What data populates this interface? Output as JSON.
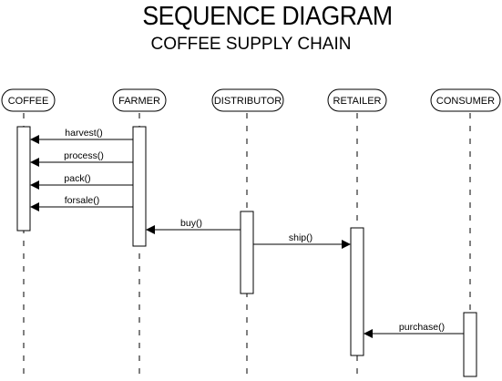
{
  "diagram": {
    "title": "SEQUENCE DIAGRAM",
    "subtitle": "COFFEE SUPPLY CHAIN",
    "participants": [
      {
        "id": "coffee",
        "label": "COFFEE"
      },
      {
        "id": "farmer",
        "label": "FARMER"
      },
      {
        "id": "distributor",
        "label": "DISTRIBUTOR"
      },
      {
        "id": "retailer",
        "label": "RETAILER"
      },
      {
        "id": "consumer",
        "label": "CONSUMER"
      }
    ],
    "messages": [
      {
        "from": "farmer",
        "to": "coffee",
        "label": "harvest()"
      },
      {
        "from": "farmer",
        "to": "coffee",
        "label": "process()"
      },
      {
        "from": "farmer",
        "to": "coffee",
        "label": "pack()"
      },
      {
        "from": "farmer",
        "to": "coffee",
        "label": "forsale()"
      },
      {
        "from": "distributor",
        "to": "farmer",
        "label": "buy()"
      },
      {
        "from": "distributor",
        "to": "retailer",
        "label": "ship()"
      },
      {
        "from": "consumer",
        "to": "retailer",
        "label": "purchase()"
      }
    ],
    "colors": {
      "stroke": "#000000",
      "background": "#ffffff",
      "activation": "#ffffff"
    }
  }
}
